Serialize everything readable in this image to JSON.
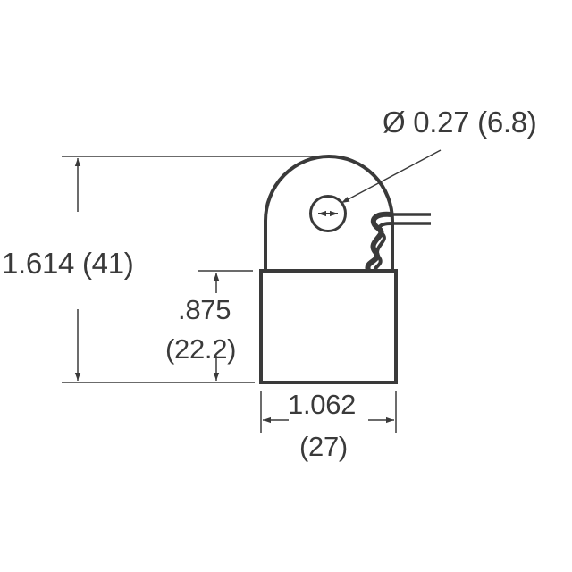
{
  "diagram": {
    "type": "mechanical-dimension-drawing",
    "stroke_color": "#3a3a3a",
    "background": "#ffffff",
    "dimensions": {
      "hole_diameter": {
        "label": "Ø 0.27 (6.8)",
        "inches": "0.27",
        "mm": "6.8"
      },
      "overall_height": {
        "label": "1.614 (41)",
        "inches": "1.614",
        "mm": "41"
      },
      "body_height": {
        "inches_label": ".875",
        "mm_label": "(22.2)"
      },
      "body_width": {
        "inches_label": "1.062",
        "mm_label": "(27)"
      }
    }
  }
}
